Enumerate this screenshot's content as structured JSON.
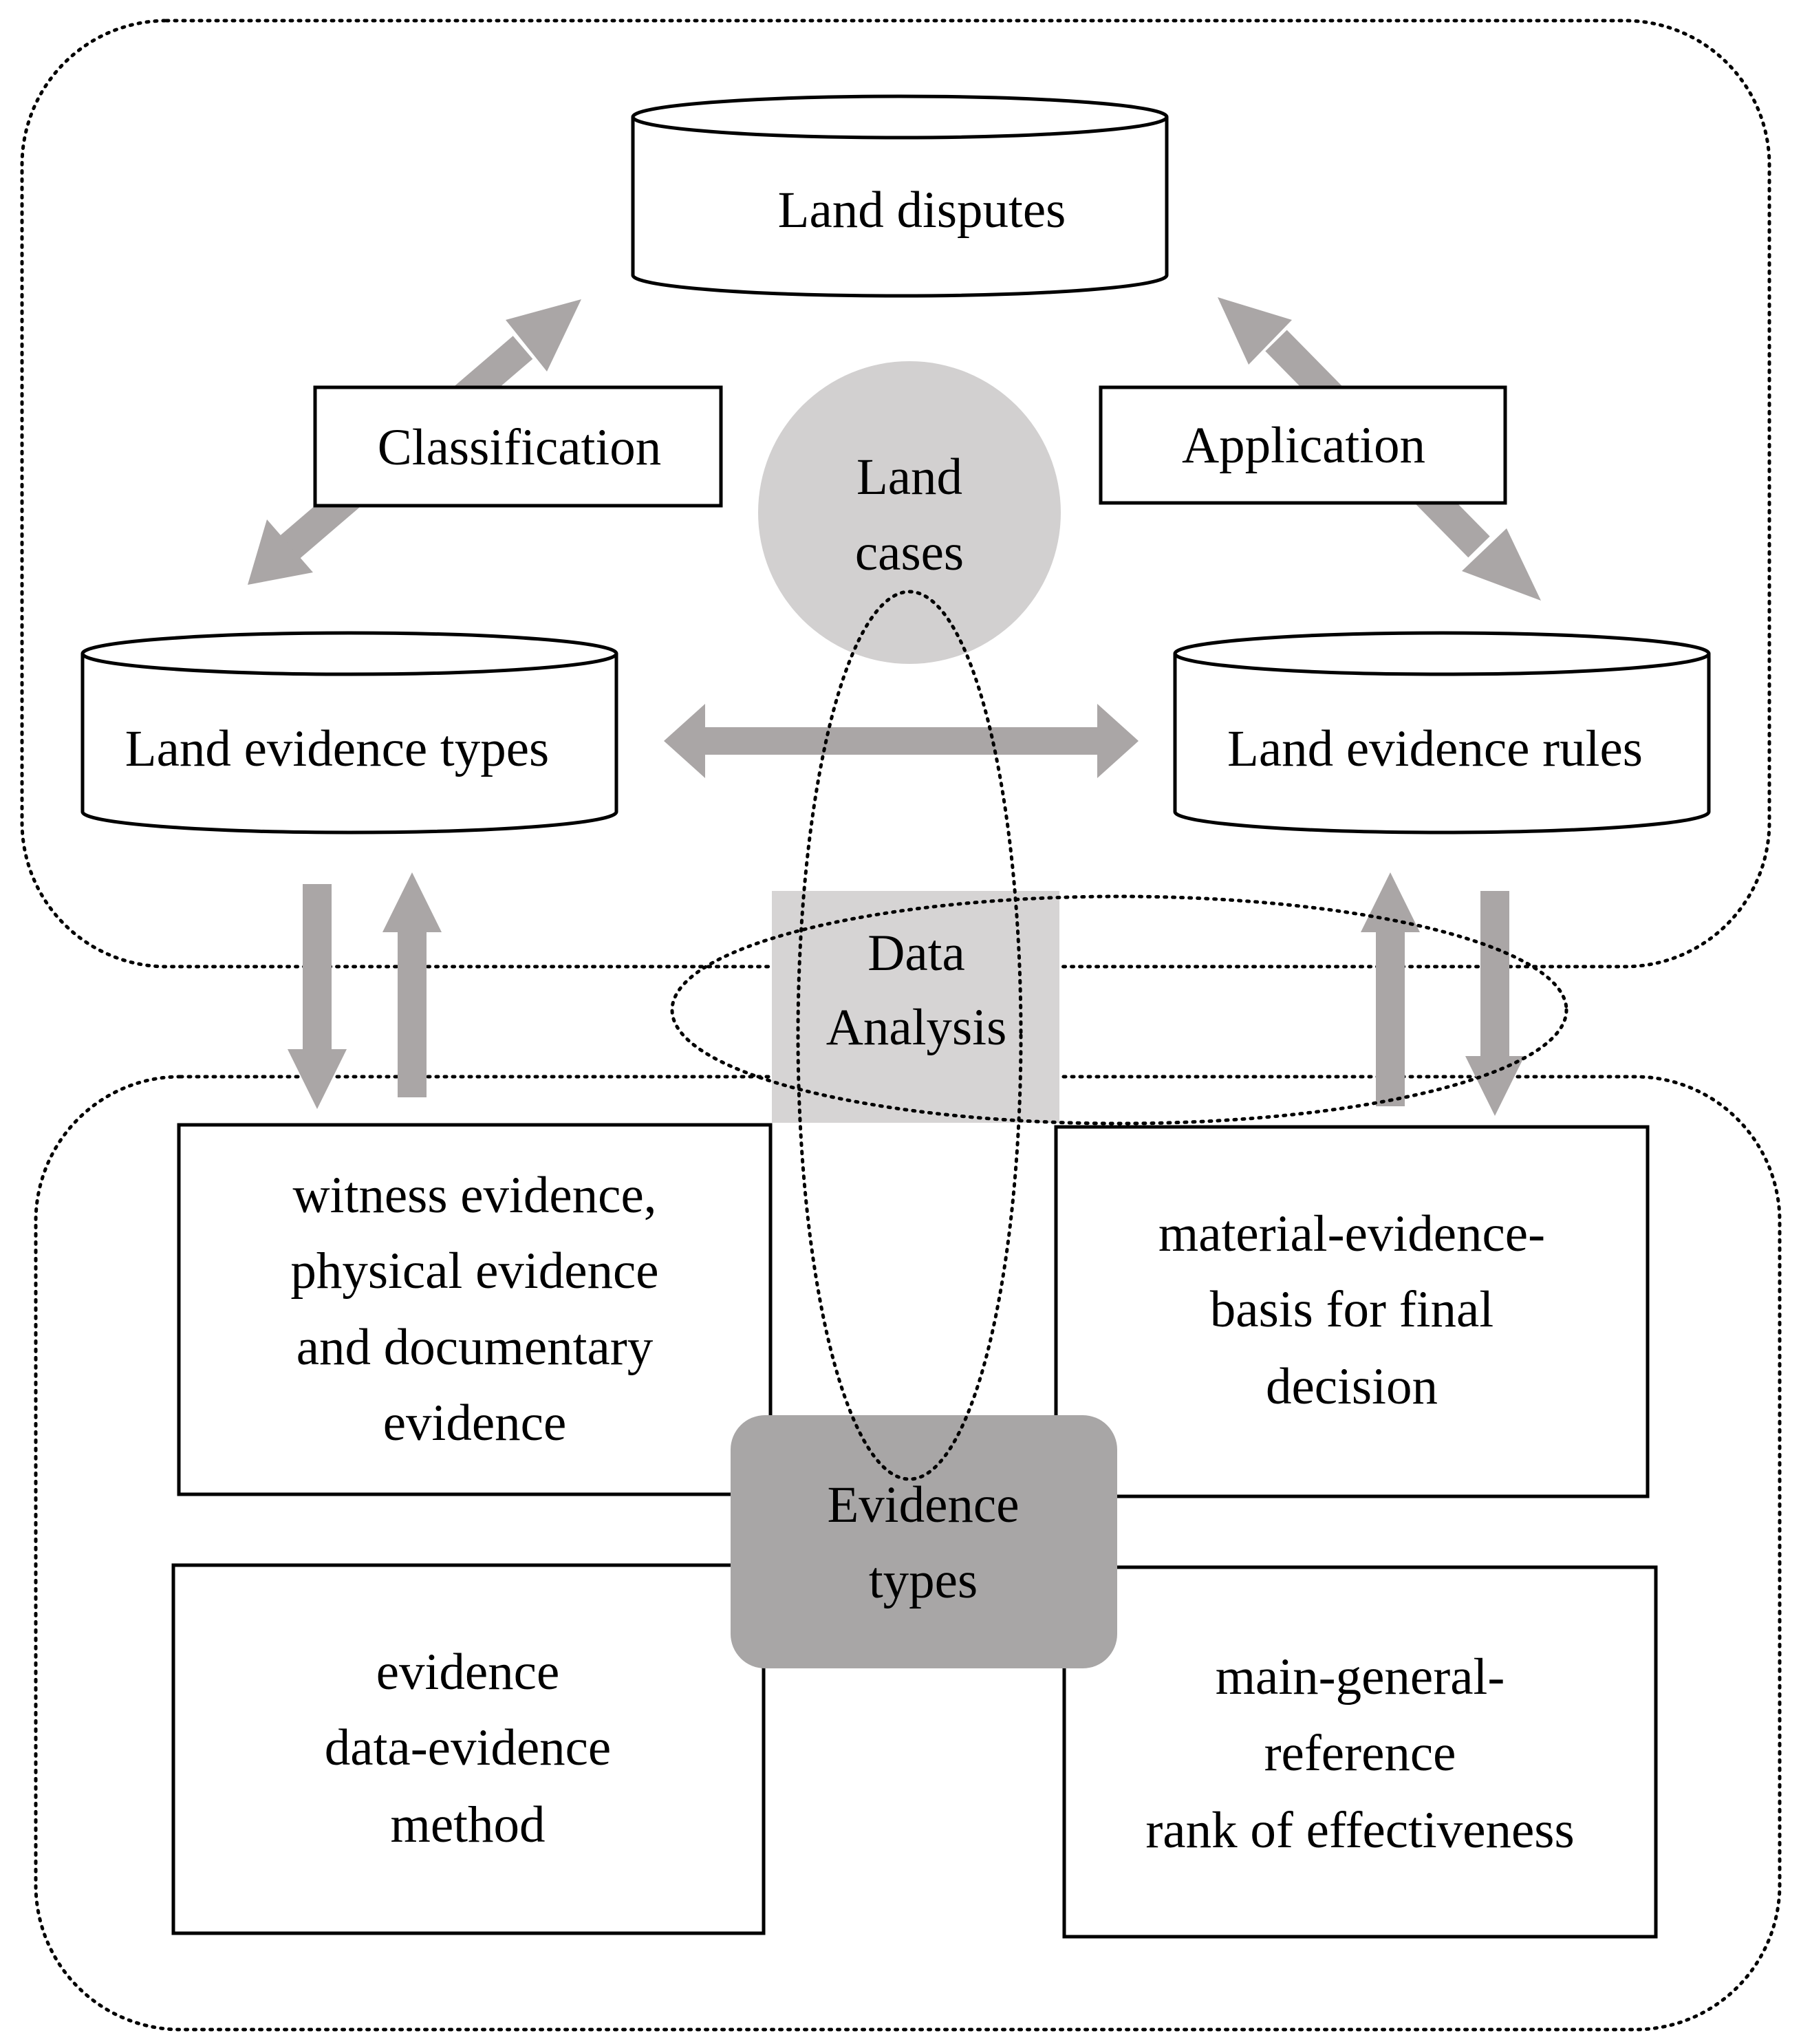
{
  "cylinders": {
    "land_disputes": "Land disputes",
    "land_evidence_types": "Land evidence types",
    "land_evidence_rules": "Land evidence rules"
  },
  "labels": {
    "classification": "Classification",
    "application": "Application"
  },
  "land_cases": {
    "line1": "Land",
    "line2": "cases"
  },
  "data_analysis": {
    "line1": "Data",
    "line2": "Analysis"
  },
  "evidence_types_center": {
    "line1": "Evidence",
    "line2": "types"
  },
  "boxes": {
    "top_left": [
      "witness evidence,",
      "physical evidence",
      "and documentary",
      "evidence"
    ],
    "top_right": [
      "material-evidence-",
      "basis for final",
      "decision"
    ],
    "bottom_left": [
      "evidence",
      "data-evidence",
      "method"
    ],
    "bottom_right": [
      "main-general-",
      "reference",
      "rank of effectiveness"
    ]
  },
  "colors": {
    "arrow": "#aaa6a6",
    "land_cases_fill": "#d2d0d0",
    "data_analysis_fill": "#d6d4d4",
    "evidence_types_fill": "#a8a6a6",
    "line": "#000000"
  }
}
